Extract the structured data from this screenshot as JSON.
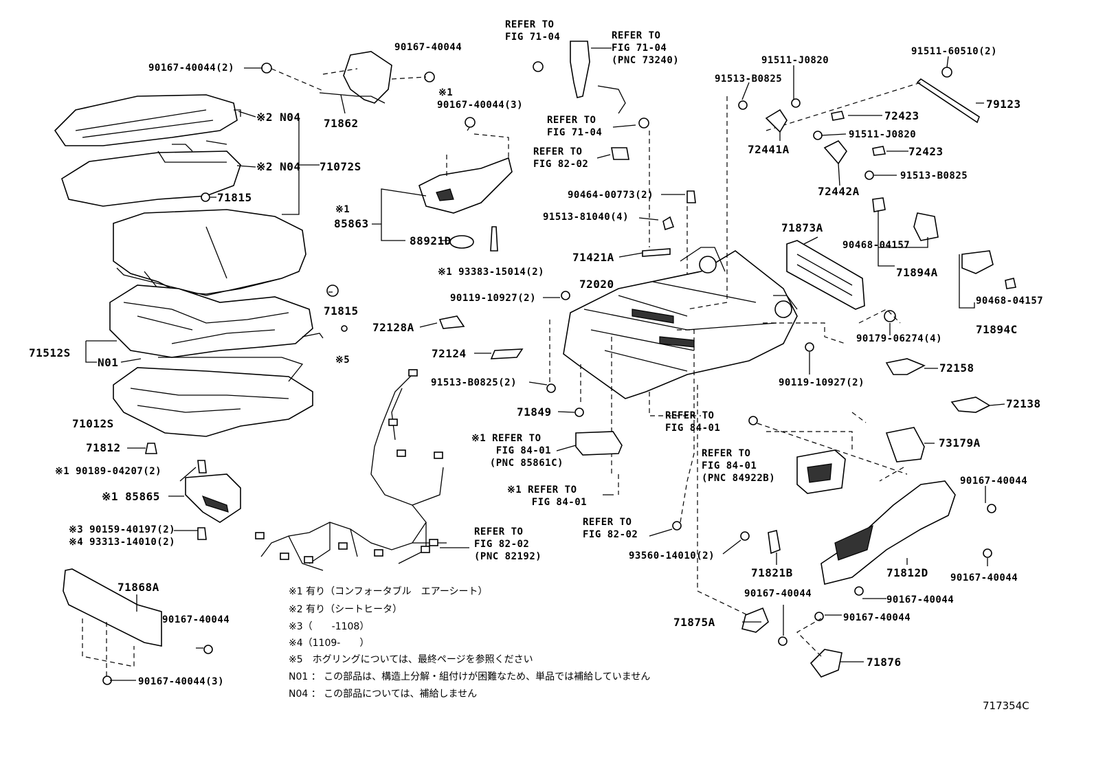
{
  "labels": {
    "p_90167_40044_2_top": "90167-40044(2)",
    "p_90167_40044_topmid": "90167-40044",
    "p_71862": "71862",
    "p_x1a": "※1",
    "p_90167_40044_3": "90167-40044(3)",
    "p_x2_n04_a": "※2 N04",
    "p_x2_n04_b": "※2 N04",
    "p_71072s": "71072S",
    "p_71815_a": "71815",
    "p_x1_85863": "※1",
    "p_85863": "85863",
    "p_88921d": "88921D",
    "p_93383": "※1 93383-15014(2)",
    "p_71815_b": "71815",
    "p_x5": "※5",
    "p_71512s": "71512S",
    "p_n01": "N01",
    "p_71012s": "71012S",
    "p_71812": "71812",
    "p_90189": "※1 90189-04207(2)",
    "p_85865": "※1 85865",
    "p_90159": "※3 90159-40197(2)",
    "p_93313": "※4 93313-14010(2)",
    "p_71868a": "71868A",
    "p_90167_40044_bl": "90167-40044",
    "p_90167_40044_3_bl": "90167-40044(3)",
    "r_71_04_a": "REFER TO\nFIG 71-04",
    "r_71_04_pnc": "REFER TO\nFIG 71-04\n(PNC 73240)",
    "r_71_04_b": "REFER TO\nFIG 71-04",
    "r_82_02_a": "REFER TO\nFIG 82-02",
    "p_90464": "90464-00773(2)",
    "p_91513_81040": "91513-81040(4)",
    "p_71421a": "71421A",
    "p_72020": "72020",
    "p_90119_a": "90119-10927(2)",
    "p_72128a": "72128A",
    "p_72124": "72124",
    "p_91513_b0825_2": "91513-B0825(2)",
    "p_71849": "71849",
    "r_84_01_pnc": "※1 REFER TO\n    FIG 84-01\n   (PNC 85861C)",
    "r_84_01_x1": "※1 REFER TO\n    FIG 84-01",
    "r_82_02_b": "REFER TO\nFIG 82-02",
    "r_82_02_pnc": "REFER TO\nFIG 82-02\n(PNC 82192)",
    "p_91511_j0820_a": "91511-J0820",
    "p_91513_b0825_a": "91513-B0825",
    "p_91511_60510": "91511-60510(2)",
    "p_79123": "79123",
    "p_72423_a": "72423",
    "p_72441a": "72441A",
    "p_91511_j0820_b": "91511-J0820",
    "p_72423_b": "72423",
    "p_91513_b0825_b": "91513-B0825",
    "p_72442a": "72442A",
    "p_71873a": "71873A",
    "p_90468_a": "90468-04157",
    "p_71894a": "71894A",
    "p_90468_b": "90468-04157",
    "p_71894c": "71894C",
    "p_90179": "90179-06274(4)",
    "p_90119_b": "90119-10927(2)",
    "p_72158": "72158",
    "p_72138": "72138",
    "r_84_01_a": "REFER TO\nFIG 84-01",
    "r_84_01_pnc2": "REFER TO\nFIG 84-01\n(PNC 84922B)",
    "p_73179a": "73179A",
    "p_90167_40044_r1": "90167-40044",
    "p_90167_40044_r2": "90167-40044",
    "p_93560": "93560-14010(2)",
    "p_71821b": "71821B",
    "p_71812d": "71812D",
    "p_90167_40044_r3": "90167-40044",
    "p_90167_40044_r4": "90167-40044",
    "p_90167_40044_r5": "90167-40044",
    "p_71875a": "71875A",
    "p_71876": "71876"
  },
  "notes": [
    "※1 有り（コンフォータブル　エアーシート）",
    "※2 有り（シートヒータ）",
    "※3（　　-1108）",
    "※4（1109-　　）",
    "※5　ホグリングについては、最終ページを参照ください",
    "N01 ： この部品は、構造上分解・組付けが困難なため、単品では補給していません",
    "N04 ： この部品については、補給しません"
  ],
  "figure_code": "717354C"
}
